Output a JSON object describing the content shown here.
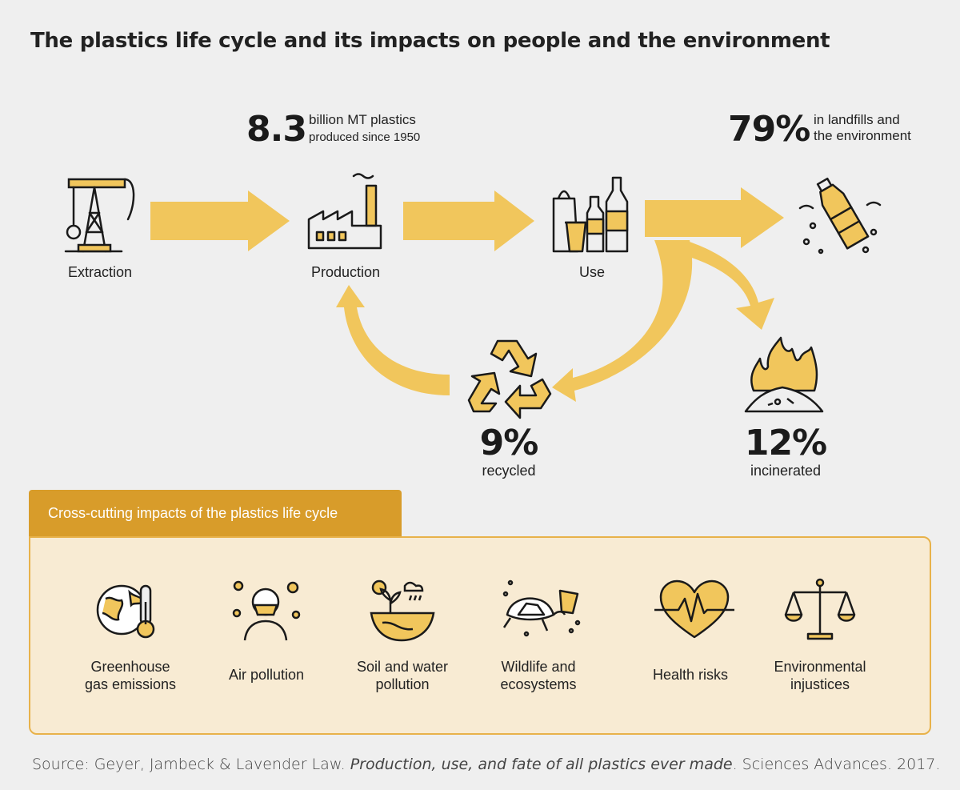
{
  "title": "The plastics life cycle and its impacts on people and the environment",
  "stages": {
    "extraction": "Extraction",
    "production": "Production",
    "use": "Use"
  },
  "production_stat": {
    "value": "8.3",
    "line1": "billion MT plastics",
    "line2": "produced since 1950"
  },
  "landfill_stat": {
    "value": "79%",
    "line1": "in landfills and",
    "line2": "the environment"
  },
  "recycled_stat": {
    "value": "9%",
    "label": "recycled"
  },
  "incinerated_stat": {
    "value": "12%",
    "label": "incinerated"
  },
  "impacts": {
    "heading": "Cross-cutting impacts of the plastics life cycle",
    "items": [
      {
        "line1": "Greenhouse",
        "line2": "gas emissions",
        "icon": "globe-thermometer-icon"
      },
      {
        "line1": "Air pollution",
        "line2": "",
        "icon": "masked-person-icon"
      },
      {
        "line1": "Soil and water",
        "line2": "pollution",
        "icon": "soil-water-icon"
      },
      {
        "line1": "Wildlife and",
        "line2": "ecosystems",
        "icon": "turtle-cup-icon"
      },
      {
        "line1": "Health risks",
        "line2": "",
        "icon": "heart-pulse-icon"
      },
      {
        "line1": "Environmental",
        "line2": "injustices",
        "icon": "scales-icon"
      }
    ]
  },
  "source": {
    "prefix": "Source: Geyer, Jambeck & Lavender Law. ",
    "title": "Production, use, and fate of all plastics ever made",
    "suffix": ". Sciences Advances. 2017."
  },
  "colors": {
    "arrow": "#f1c65c",
    "accent": "#d89c2a",
    "icon_fill": "#f1c65c",
    "box_bg": "#f8ebd3"
  }
}
